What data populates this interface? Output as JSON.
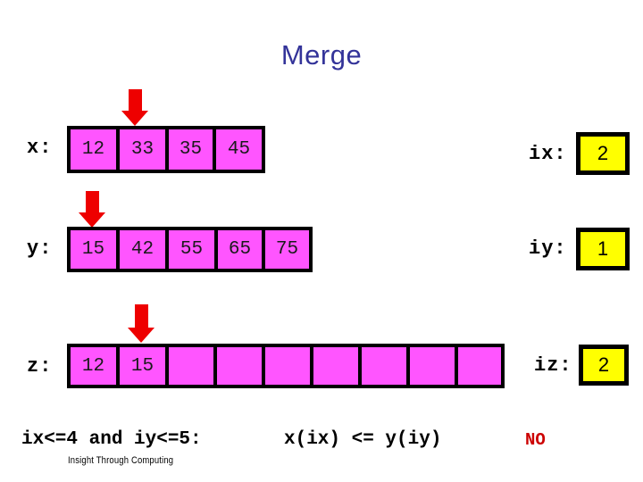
{
  "slide": {
    "title": "Merge",
    "footer": "Insight Through Computing",
    "background_color": "#ffffff",
    "title_color": "#333399",
    "cell_color": "#ff55ff",
    "scalar_color": "#ffff00",
    "arrow_color": "#ee0000",
    "answer_color": "#cc0000"
  },
  "arrays": [
    {
      "name": "x",
      "label": "x:",
      "cells": [
        "12",
        "33",
        "35",
        "45"
      ],
      "pointer_index": 1
    },
    {
      "name": "y",
      "label": "y:",
      "cells": [
        "15",
        "42",
        "55",
        "65",
        "75"
      ],
      "pointer_index": 0
    },
    {
      "name": "z",
      "label": "z:",
      "cells": [
        "12",
        "15",
        "",
        "",
        "",
        "",
        "",
        "",
        ""
      ],
      "pointer_index": 2
    }
  ],
  "scalars": [
    {
      "name": "ix",
      "label": "ix:",
      "value": "2"
    },
    {
      "name": "iy",
      "label": "iy:",
      "value": "1"
    },
    {
      "name": "iz",
      "label": "iz:",
      "value": "2"
    }
  ],
  "caption": {
    "condition": "ix<=4 and iy<=5:",
    "comparison": "x(ix) <= y(iy)",
    "answer": "NO"
  }
}
